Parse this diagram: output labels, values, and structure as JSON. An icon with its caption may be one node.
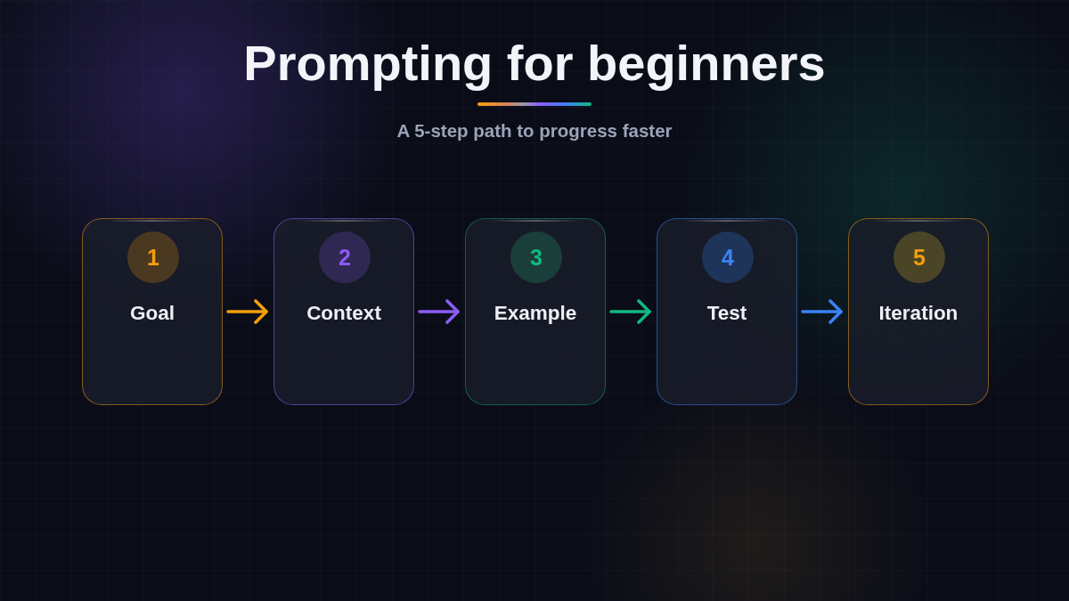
{
  "diagram": {
    "title": "Prompting for beginners",
    "nodes": [
      {
        "text": [
          "Goal"
        ]
      },
      {
        "text": [
          "1"
        ],
        "in": 0
      },
      {
        "text": [
          "Context"
        ]
      },
      {
        "text": [
          "2"
        ],
        "in": 2
      },
      {
        "text": [
          "Example"
        ]
      },
      {
        "text": [
          "3"
        ],
        "in": 4
      },
      {
        "text": [
          "Test"
        ]
      },
      {
        "text": [
          "4"
        ],
        "in": 6
      },
      {
        "text": [
          "Iteration"
        ]
      },
      {
        "text": [
          "5"
        ],
        "in": 8
      }
    ],
    "edges": [
      {
        "from": 0,
        "to": 2,
        "arrow": "to",
        "color": "#f59e0b"
      },
      {
        "from": 2,
        "to": 4,
        "arrow": "to",
        "color": "#8b5cf6"
      },
      {
        "from": 4,
        "to": 6,
        "arrow": "to",
        "color": "#10b981"
      },
      {
        "from": 6,
        "to": 8,
        "arrow": "to",
        "color": "#3b82f6"
      }
    ],
    "labels": [
      "A 5-step path to progress faster"
    ]
  }
}
